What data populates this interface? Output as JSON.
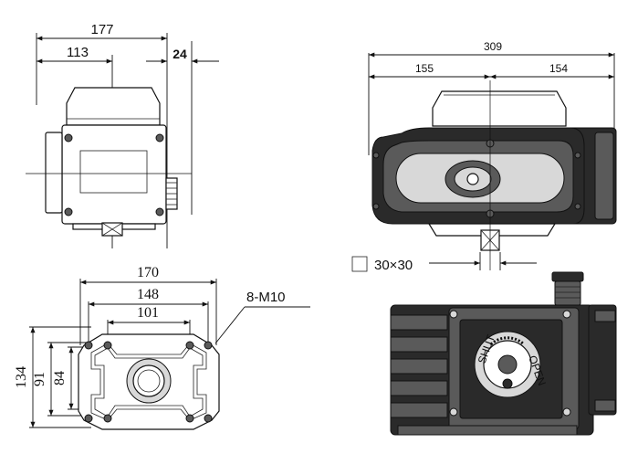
{
  "front_view": {
    "dim_width": "177",
    "dim_offset": "113",
    "dim_gland": "24"
  },
  "side_view": {
    "dim_width": "309",
    "dim_left": "155",
    "dim_right": "154",
    "square_drive": "30×30"
  },
  "base_view": {
    "dim_170": "170",
    "dim_148": "148",
    "dim_101": "101",
    "dim_134": "134",
    "dim_91": "91",
    "dim_84": "84",
    "bolt_label": "8-M10"
  },
  "top_view": {
    "indicator_left": "SHUT",
    "indicator_right": "OPEN"
  }
}
